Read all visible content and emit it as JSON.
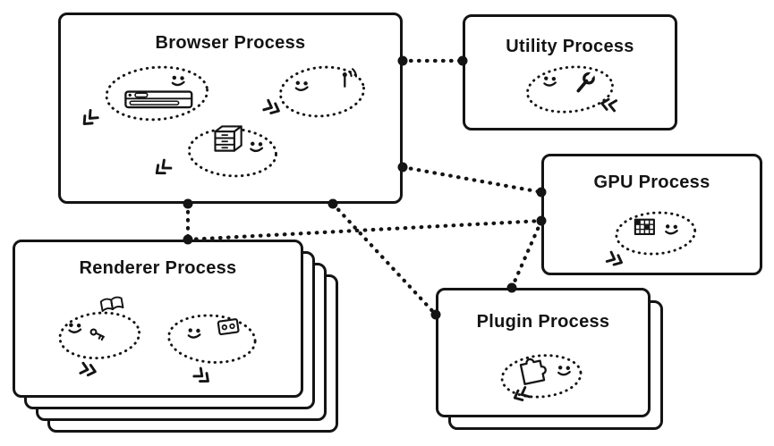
{
  "diagram": {
    "type": "architecture-diagram",
    "nodes": {
      "browser": {
        "label": "Browser Process",
        "icons": [
          "browser-window-icon",
          "file-cabinet-icon",
          "antenna-icon"
        ],
        "characters": 3,
        "stack_count": 1
      },
      "utility": {
        "label": "Utility Process",
        "icons": [
          "wrench-icon"
        ],
        "characters": 1,
        "stack_count": 1
      },
      "gpu": {
        "label": "GPU Process",
        "icons": [
          "gpu-chip-icon"
        ],
        "characters": 1,
        "stack_count": 1
      },
      "renderer": {
        "label": "Renderer Process",
        "icons": [
          "book-icon",
          "key-icon",
          "cassette-icon"
        ],
        "characters": 2,
        "stack_count": 4
      },
      "plugin": {
        "label": "Plugin Process",
        "icons": [
          "puzzle-icon"
        ],
        "characters": 1,
        "stack_count": 2
      }
    },
    "edges": [
      {
        "from": "browser",
        "to": "utility",
        "style": "dotted"
      },
      {
        "from": "browser",
        "to": "gpu",
        "style": "dotted"
      },
      {
        "from": "browser",
        "to": "renderer",
        "style": "dotted"
      },
      {
        "from": "renderer",
        "to": "gpu",
        "style": "dotted"
      },
      {
        "from": "browser",
        "to": "plugin",
        "style": "dotted"
      },
      {
        "from": "plugin",
        "to": "gpu",
        "style": "dotted"
      }
    ],
    "colors": {
      "stroke": "#141414",
      "background": "#ffffff"
    }
  }
}
